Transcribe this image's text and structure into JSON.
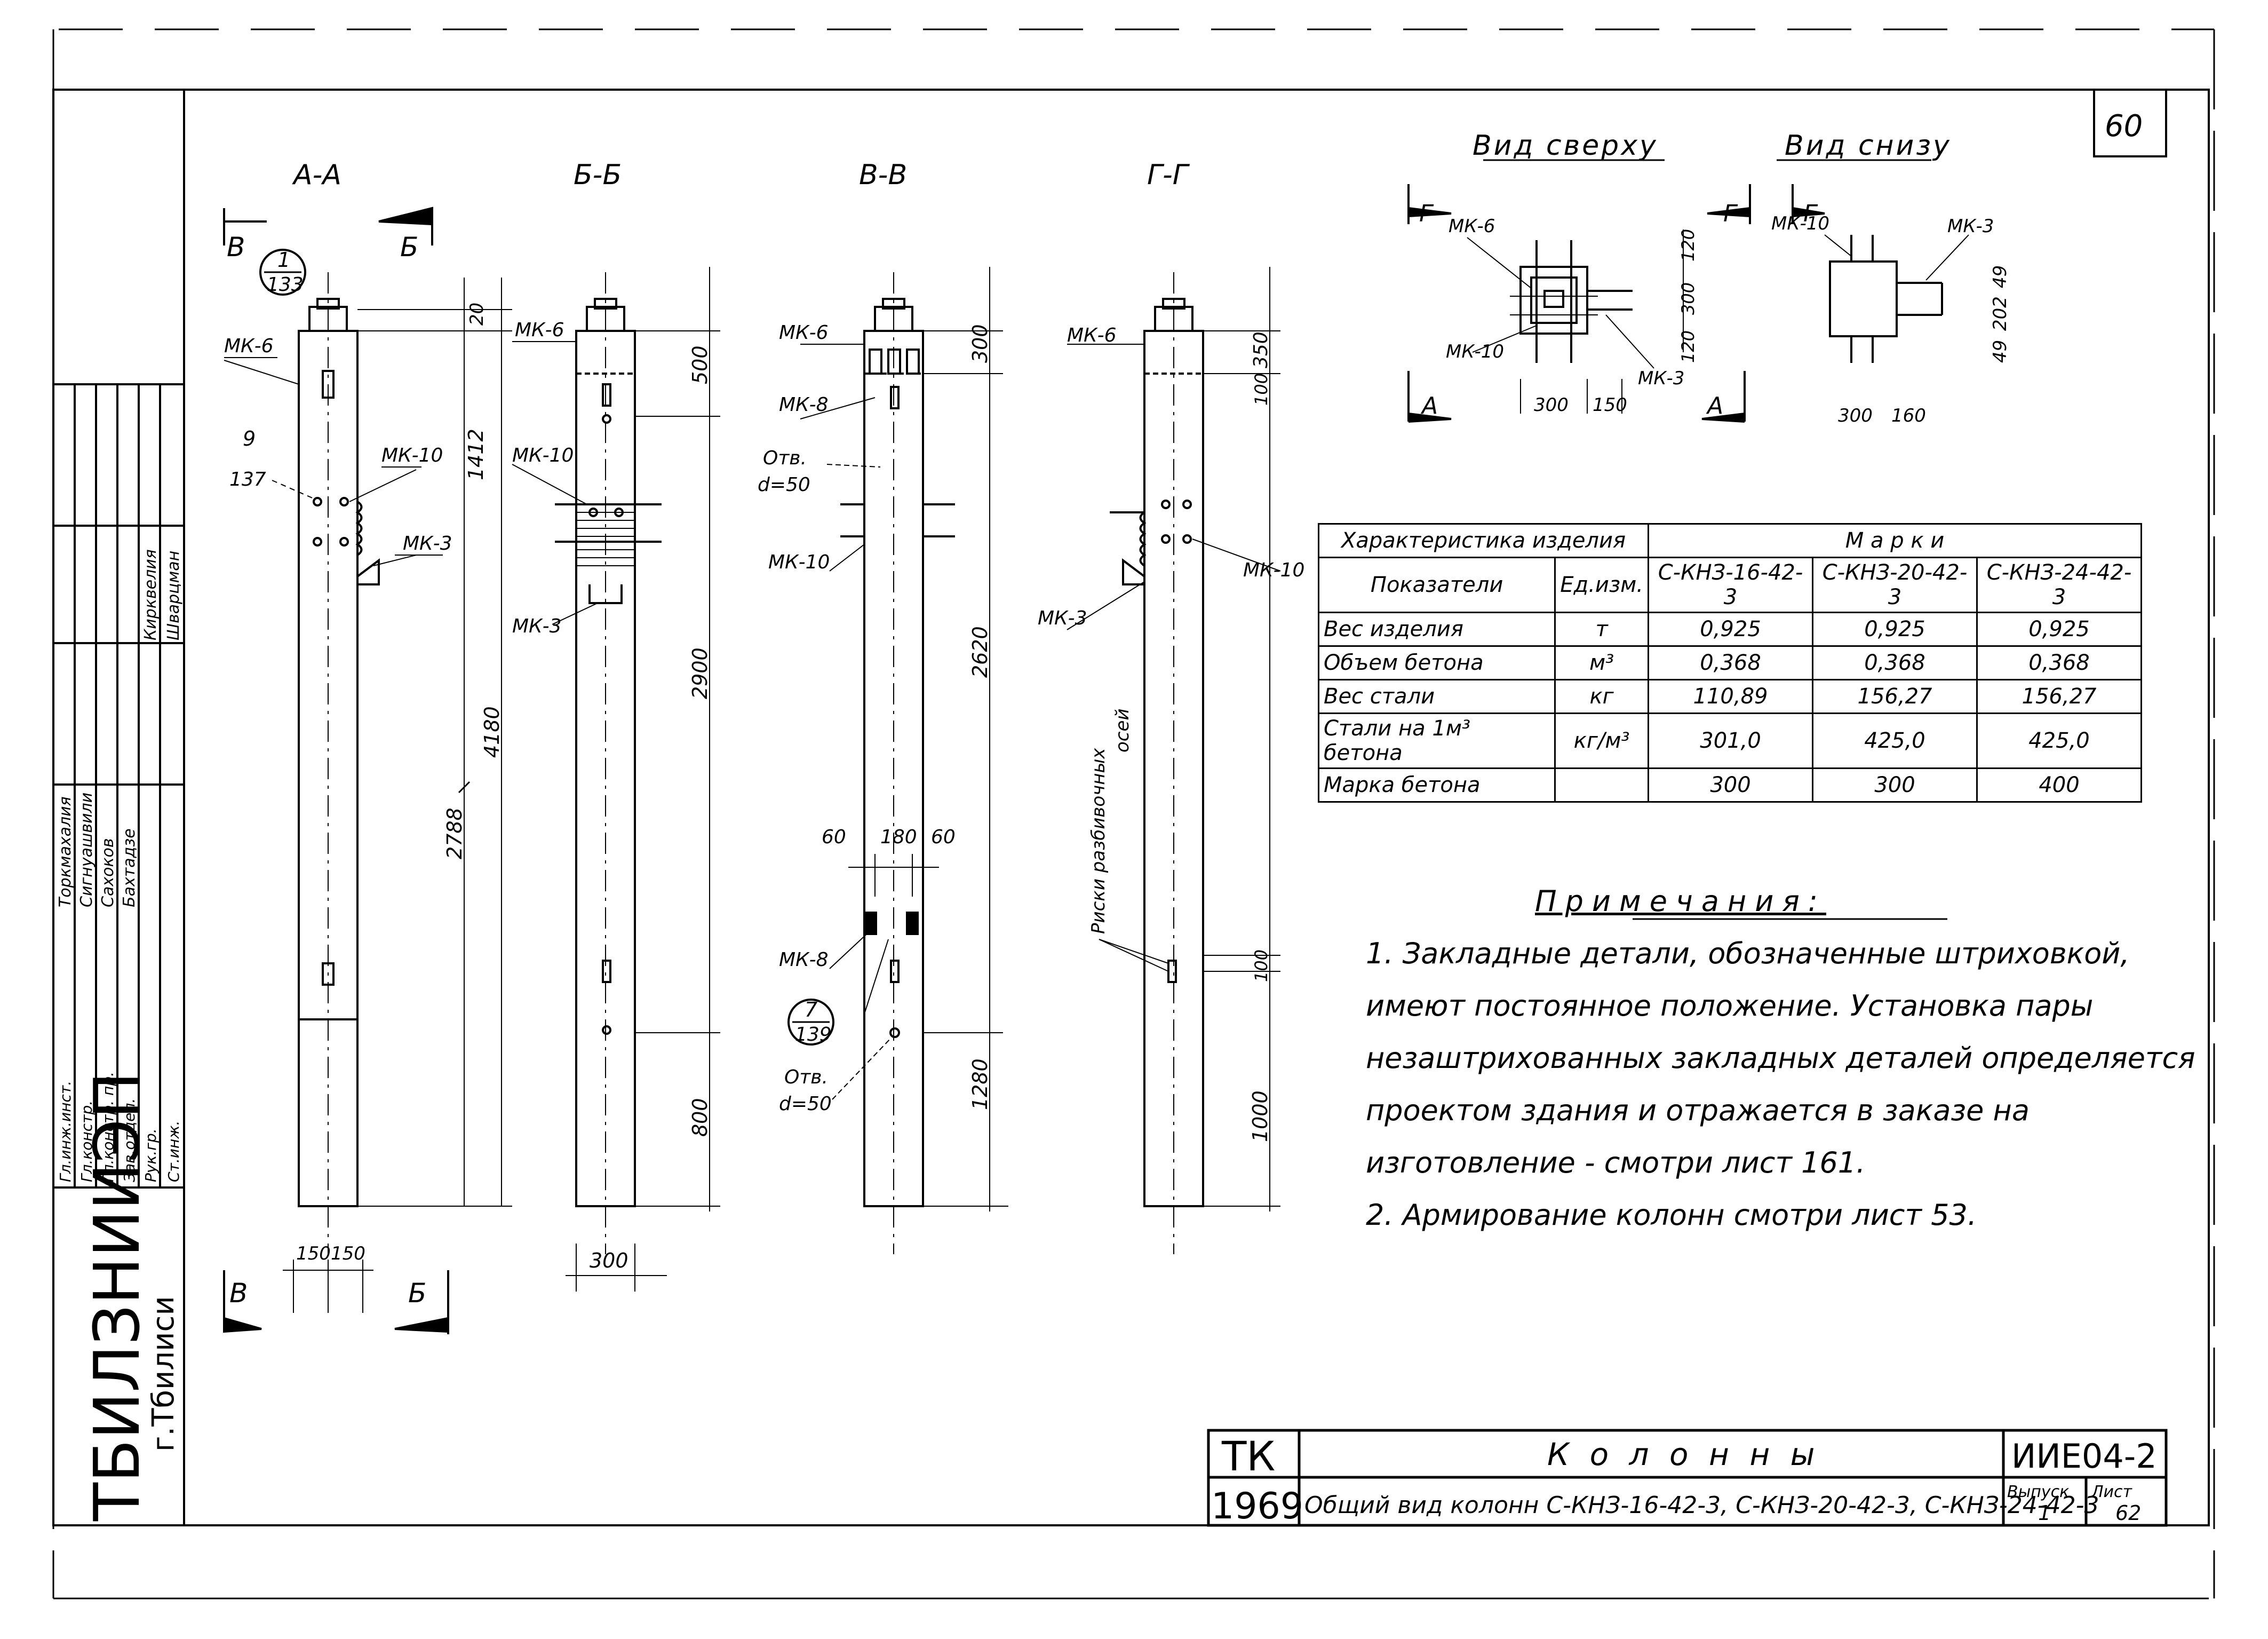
{
  "sheet_number": "60",
  "sections": {
    "aa": "А-А",
    "bb": "Б-Б",
    "vv": "В-В",
    "gg": "Г-Г"
  },
  "cut_marks": {
    "v": "В",
    "b": "Б",
    "g": "Г",
    "a": "А"
  },
  "callouts": {
    "c1": {
      "top": "1",
      "bottom": "133"
    },
    "c2": {
      "top": "9",
      "bottom": "137"
    },
    "c3": {
      "top": "7",
      "bottom": "139"
    }
  },
  "labels": {
    "mk6": "МК-6",
    "mk8": "МК-8",
    "mk10": "МК-10",
    "mk3": "МК-3",
    "hole": "Отв.",
    "hole_d": "d=50",
    "risk_1": "Риски разбивочных",
    "risk_2": "осей"
  },
  "dims": {
    "aa": {
      "d20": "20",
      "d1412": "1412",
      "d4180": "4180",
      "d2788": "2788",
      "w150a": "150",
      "w150b": "150"
    },
    "bb": {
      "d500": "500",
      "d2900": "2900",
      "d800": "800",
      "w300": "300"
    },
    "vv": {
      "d300": "300",
      "d2620": "2620",
      "d1280": "1280",
      "w60a": "60",
      "w180": "180",
      "w60b": "60"
    },
    "gg": {
      "d350": "350",
      "d100a": "100",
      "d100b": "100",
      "d1000": "1000"
    }
  },
  "top_views": {
    "top_title": "Вид сверху",
    "bottom_title": "Вид снизу",
    "top_dims": {
      "d300": "300",
      "d150": "150",
      "v120a": "120",
      "v300": "300",
      "v120b": "120"
    },
    "bottom_dims": {
      "d300": "300",
      "d160": "160",
      "v49a": "49",
      "v202": "202",
      "v49b": "49"
    }
  },
  "table": {
    "col_characteristic": "Характеристика изделия",
    "col_brands": "М а р к и",
    "col_indicators": "Показатели",
    "col_unit": "Ед.изм.",
    "brands": [
      "С-КНЗ-16-42-3",
      "С-КНЗ-20-42-3",
      "С-КНЗ-24-42-3"
    ],
    "rows": [
      {
        "name": "Вес изделия",
        "unit": "т",
        "values": [
          "0,925",
          "0,925",
          "0,925"
        ]
      },
      {
        "name": "Объем бетона",
        "unit": "м³",
        "values": [
          "0,368",
          "0,368",
          "0,368"
        ]
      },
      {
        "name": "Вес стали",
        "unit": "кг",
        "values": [
          "110,89",
          "156,27",
          "156,27"
        ]
      },
      {
        "name": "Стали на 1м³ бетона",
        "unit": "кг/м³",
        "values": [
          "301,0",
          "425,0",
          "425,0"
        ]
      },
      {
        "name": "Марка бетона",
        "unit": "",
        "values": [
          "300",
          "300",
          "400"
        ]
      }
    ]
  },
  "notes": {
    "title": "Примечания:",
    "items": [
      "1. Закладные детали, обозначенные штриховкой, имеют постоянное положение. Установка пары незаштрихованных закладных деталей определяется проектом здания и отражается в заказе на изготовление - смотри лист 161.",
      "2. Армирование колонн смотри лист 53."
    ]
  },
  "left_stamp": {
    "org": "ТБИЛЗНИИЭП",
    "city": "г.Тбилиси",
    "rows": [
      {
        "role": "Гл.инж.инст.",
        "name": ""
      },
      {
        "role": "Гл.констр.",
        "name": ""
      },
      {
        "role": "Гл.констр. пр.",
        "name": ""
      },
      {
        "role": "Зав.отдел.",
        "name": ""
      },
      {
        "role": "Рук.гр.",
        "name": ""
      },
      {
        "role": "Ст.инж.",
        "name": ""
      }
    ],
    "names": [
      "Торкмахалия",
      "Сигнуашвили",
      "Сахоков",
      "Бахтадзе",
      "Кирквелия",
      "Шварцман"
    ]
  },
  "title_block": {
    "tk": "ТК",
    "year": "1969",
    "title": "К о л о н н ы",
    "subtitle": "Общий вид колонн С-КНЗ-16-42-3, С-КНЗ-20-42-3, С-КНЗ-24-42-3",
    "code": "ИИЕ04-2",
    "issue_label": "Выпуск",
    "issue": "1",
    "sheet_label": "Лист",
    "sheet": "62"
  }
}
